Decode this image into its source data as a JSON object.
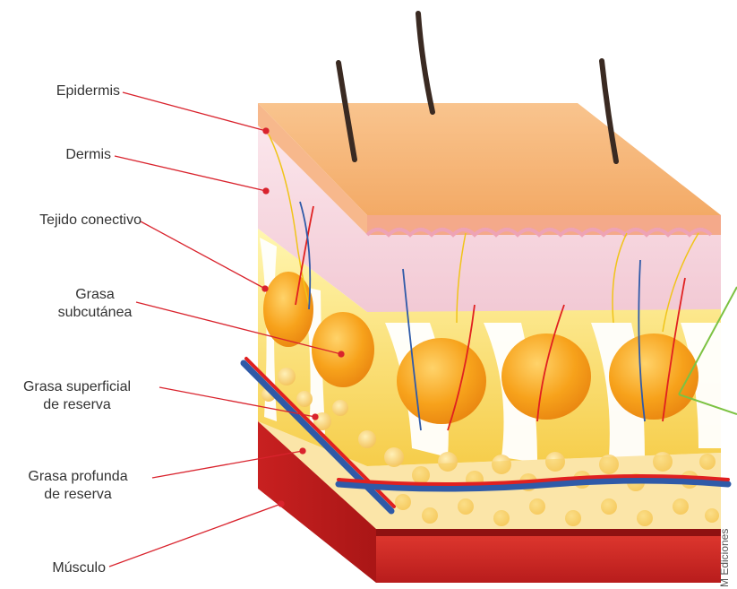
{
  "labels": {
    "epidermis": "Epidermis",
    "dermis": "Dermis",
    "connective": "Tejido conectivo",
    "subcutaneous_l1": "Grasa",
    "subcutaneous_l2": "subcutánea",
    "superficial_l1": "Grasa superficial",
    "superficial_l2": "de reserva",
    "deep_l1": "Grasa profunda",
    "deep_l2": "de reserva",
    "muscle": "Músculo"
  },
  "credit": "M Ediciones",
  "colors": {
    "leader_line": "#d9232d",
    "accent_green": "#7cc242",
    "epidermis": "#f6b77a",
    "dermis": "#f9dbe3",
    "fat": "#f6a019",
    "muscle": "#d42a2a",
    "vein": "#2f5aa8",
    "artery": "#e02020",
    "nerve": "#f0c419"
  }
}
